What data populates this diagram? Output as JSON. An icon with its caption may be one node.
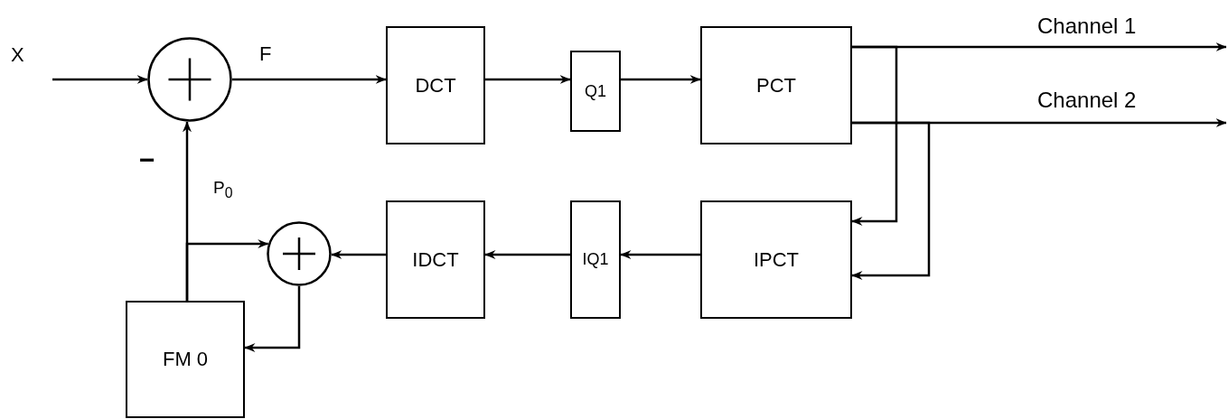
{
  "diagram": {
    "nodes": [
      {
        "text": [],
        "shape": "circle"
      },
      {
        "text": [
          "DCT"
        ]
      },
      {
        "text": [
          "Q1"
        ]
      },
      {
        "text": [
          "PCT"
        ]
      },
      {
        "text": [
          "IPCT"
        ]
      },
      {
        "text": [
          "IQ1"
        ]
      },
      {
        "text": [
          "IDCT"
        ]
      },
      {
        "text": [],
        "shape": "circle"
      },
      {
        "text": [
          "FM 0"
        ]
      }
    ],
    "edges": [
      {
        "from": null,
        "to": 0,
        "arrow": "to"
      },
      {
        "from": 0,
        "to": 1,
        "arrow": "to",
        "label": "F"
      },
      {
        "from": 1,
        "to": 2,
        "arrow": "to"
      },
      {
        "from": 2,
        "to": 3,
        "arrow": "to"
      },
      {
        "from": 3,
        "to": null,
        "arrow": "to",
        "label": "Channel 1"
      },
      {
        "from": 3,
        "to": null,
        "arrow": "to",
        "label": "Channel 2"
      },
      {
        "from": 3,
        "to": 4,
        "arrow": "to"
      },
      {
        "from": 3,
        "to": 4,
        "arrow": "to"
      },
      {
        "from": 4,
        "to": 5,
        "arrow": "to"
      },
      {
        "from": 5,
        "to": 6,
        "arrow": "to"
      },
      {
        "from": 6,
        "to": 7,
        "arrow": "to"
      },
      {
        "from": 7,
        "to": 8,
        "arrow": "to"
      },
      {
        "from": 8,
        "to": 0,
        "arrow": "to",
        "label": "P$_{0}$"
      },
      {
        "from": 8,
        "to": 7,
        "arrow": "to"
      }
    ],
    "labels": [
      "X",
      "−"
    ]
  }
}
